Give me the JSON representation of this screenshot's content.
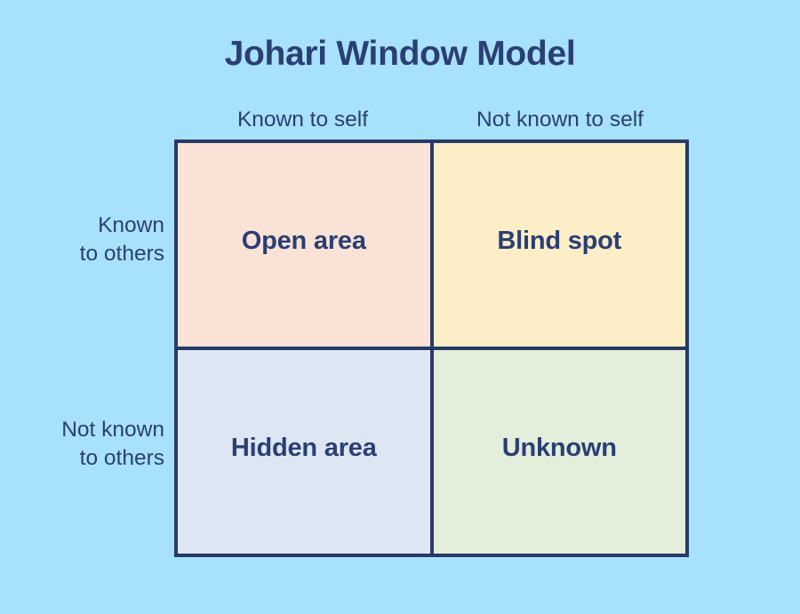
{
  "title": "Johari Window Model",
  "colors": {
    "background": "#a8e1fb",
    "text_navy": "#2a3f73",
    "grid_border": "#273a68",
    "open_area_fill": "#fae3d6",
    "blind_spot_fill": "#fdeec8",
    "hidden_area_fill": "#dde7f4",
    "unknown_fill": "#e3eedb"
  },
  "column_headers": [
    {
      "label": "Known to self"
    },
    {
      "label": "Not known to self"
    }
  ],
  "row_headers": [
    {
      "line1": "Known",
      "line2": "to others"
    },
    {
      "line1": "Not known",
      "line2": "to others"
    }
  ],
  "quadrants": [
    {
      "label": "Open area",
      "row": 0,
      "col": 0,
      "fill": "#fae3d6"
    },
    {
      "label": "Blind spot",
      "row": 0,
      "col": 1,
      "fill": "#fdeec8"
    },
    {
      "label": "Hidden area",
      "row": 1,
      "col": 0,
      "fill": "#dde7f4"
    },
    {
      "label": "Unknown",
      "row": 1,
      "col": 1,
      "fill": "#e3eedb"
    }
  ],
  "chart_data": {
    "type": "table",
    "title": "Johari Window Model",
    "xlabel": "",
    "ylabel": "",
    "columns": [
      "Known to self",
      "Not known to self"
    ],
    "rows": [
      "Known to others",
      "Not known to others"
    ],
    "cells": [
      [
        "Open area",
        "Blind spot"
      ],
      [
        "Hidden area",
        "Unknown"
      ]
    ],
    "cell_colors": [
      [
        "#fae3d6",
        "#fdeec8"
      ],
      [
        "#dde7f4",
        "#e3eedb"
      ]
    ],
    "grid": true,
    "legend": "none"
  }
}
